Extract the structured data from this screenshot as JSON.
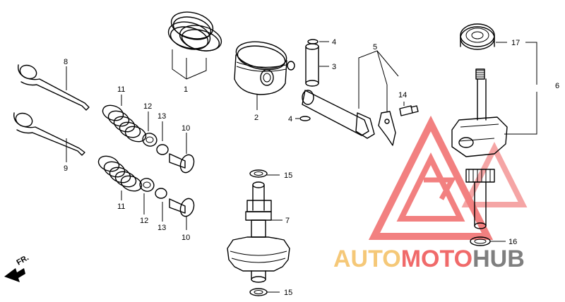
{
  "diagram": {
    "callouts": {
      "piston_rings": "1",
      "piston": "2",
      "piston_pin": "3",
      "pin_clip_top": "4",
      "pin_clip_bottom": "4",
      "connecting_rod": "5",
      "crankshaft": "6",
      "camshaft": "7",
      "intake_valve": "8",
      "exhaust_valve": "9",
      "valve_lifter_top": "10",
      "valve_lifter_bottom": "10",
      "valve_spring_top": "11",
      "valve_spring_bottom": "11",
      "spring_retainer_top": "12",
      "spring_retainer_bottom": "12",
      "retainer_collar_top": "13",
      "retainer_collar_bottom": "13",
      "rod_bolt": "14",
      "cam_washer_top": "15",
      "cam_washer_bottom": "15",
      "oil_seal": "16",
      "bearing": "17"
    },
    "direction_marker": "FR.",
    "watermark": {
      "part1": "AUTO",
      "part2": "MOTO",
      "part3": "HUB"
    },
    "colors": {
      "watermark_red": "#f06a6a",
      "watermark_yellow": "#f5c878",
      "watermark_gray": "#7f7f7f"
    }
  }
}
